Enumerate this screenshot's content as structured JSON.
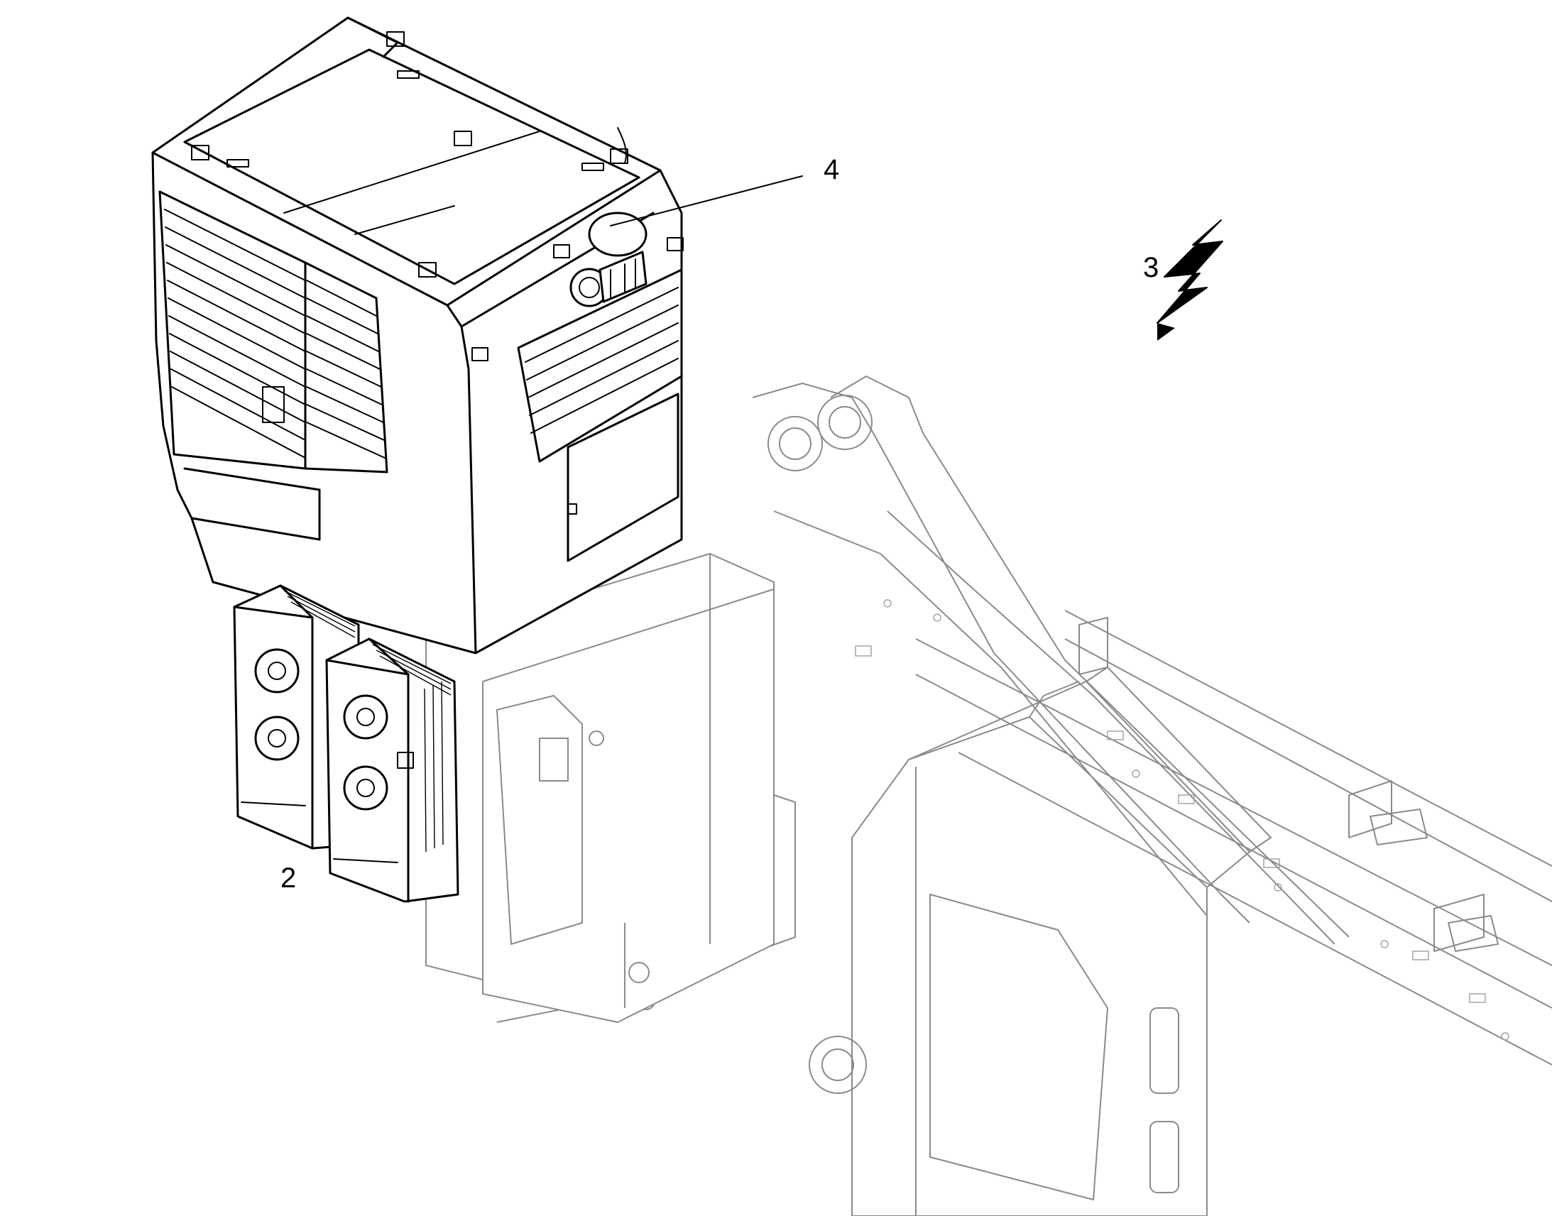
{
  "callouts": {
    "item_2": "2",
    "item_3": "3",
    "item_4": "4"
  },
  "colors": {
    "line_primary": "#000000",
    "line_secondary": "#8a8a8a",
    "background": "#ffffff"
  },
  "icons": {
    "electrical_hazard": "lightning-bolt-icon"
  }
}
